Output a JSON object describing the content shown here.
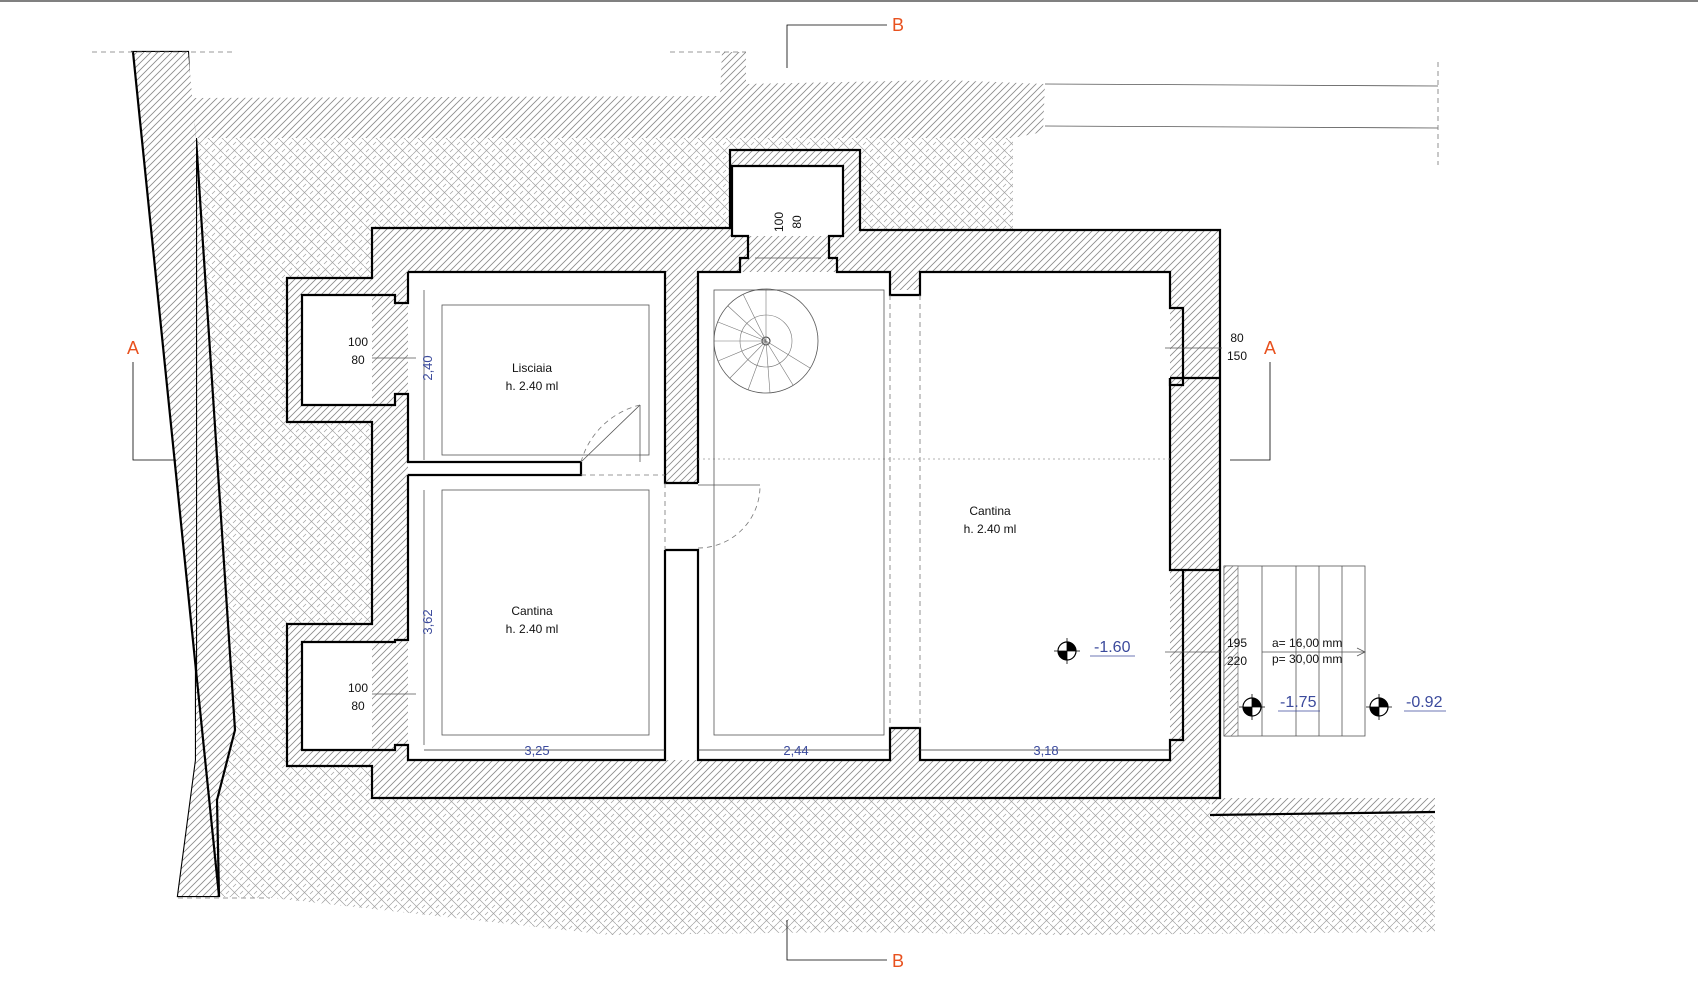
{
  "colors": {
    "section_marker": "#e8511e",
    "dimension": "#3b4a9c",
    "wall": "#000000"
  },
  "icons": [
    "level-marker-icon",
    "spiral-stair-icon",
    "section-arrow-icon"
  ],
  "sections": {
    "a": "A",
    "b": "B"
  },
  "rooms": [
    {
      "name": "Lisciaia",
      "height": "h. 2.40 ml"
    },
    {
      "name": "Cantina",
      "height": "h. 2.40 ml"
    },
    {
      "name": "Cantina",
      "height": "h. 2.40 ml"
    }
  ],
  "dimensions": {
    "lisciaia_depth": "2,40",
    "cantina_left_depth": "3,62",
    "cantina_left_width": "3,25",
    "corridor_width": "2,44",
    "cantina_right_width": "3,18"
  },
  "openings": {
    "window_left_top": {
      "w": "100",
      "h": "80"
    },
    "window_left_bottom": {
      "w": "100",
      "h": "80"
    },
    "window_top": {
      "w": "100",
      "h": "80"
    },
    "window_right": {
      "w": "80",
      "h": "150"
    },
    "door_right": {
      "w": "195",
      "h": "220"
    }
  },
  "stairs": {
    "riser": "a= 16,00 mm",
    "tread": "p= 30,00 mm"
  },
  "levels": {
    "floor": "-1.60",
    "landing": "-1.75",
    "outside": "-0.92"
  }
}
